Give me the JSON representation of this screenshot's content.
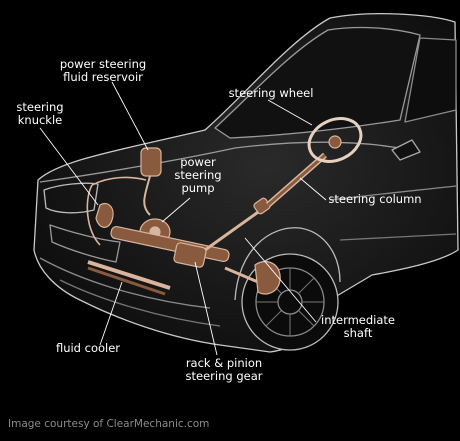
{
  "colors": {
    "background": "#000000",
    "car_outline": "#c9c9c9",
    "parts": "#8a5a3e",
    "parts_light": "#d8b59c",
    "label_text": "#ffffff",
    "leader_line": "#ffffff",
    "credit_text": "#8c8c8c"
  },
  "labels": {
    "reservoir": "power steering\nfluid reservoir",
    "knuckle": "steering\nknuckle",
    "pump": "power\nsteering\npump",
    "wheel": "steering wheel",
    "column": "steering column",
    "cooler": "fluid cooler",
    "shaft": "intermediate\nshaft",
    "rack": "rack & pinion\nsteering gear"
  },
  "credit": "Image courtesy of ClearMechanic.com",
  "icons": {
    "car": "car-body-illustration"
  }
}
